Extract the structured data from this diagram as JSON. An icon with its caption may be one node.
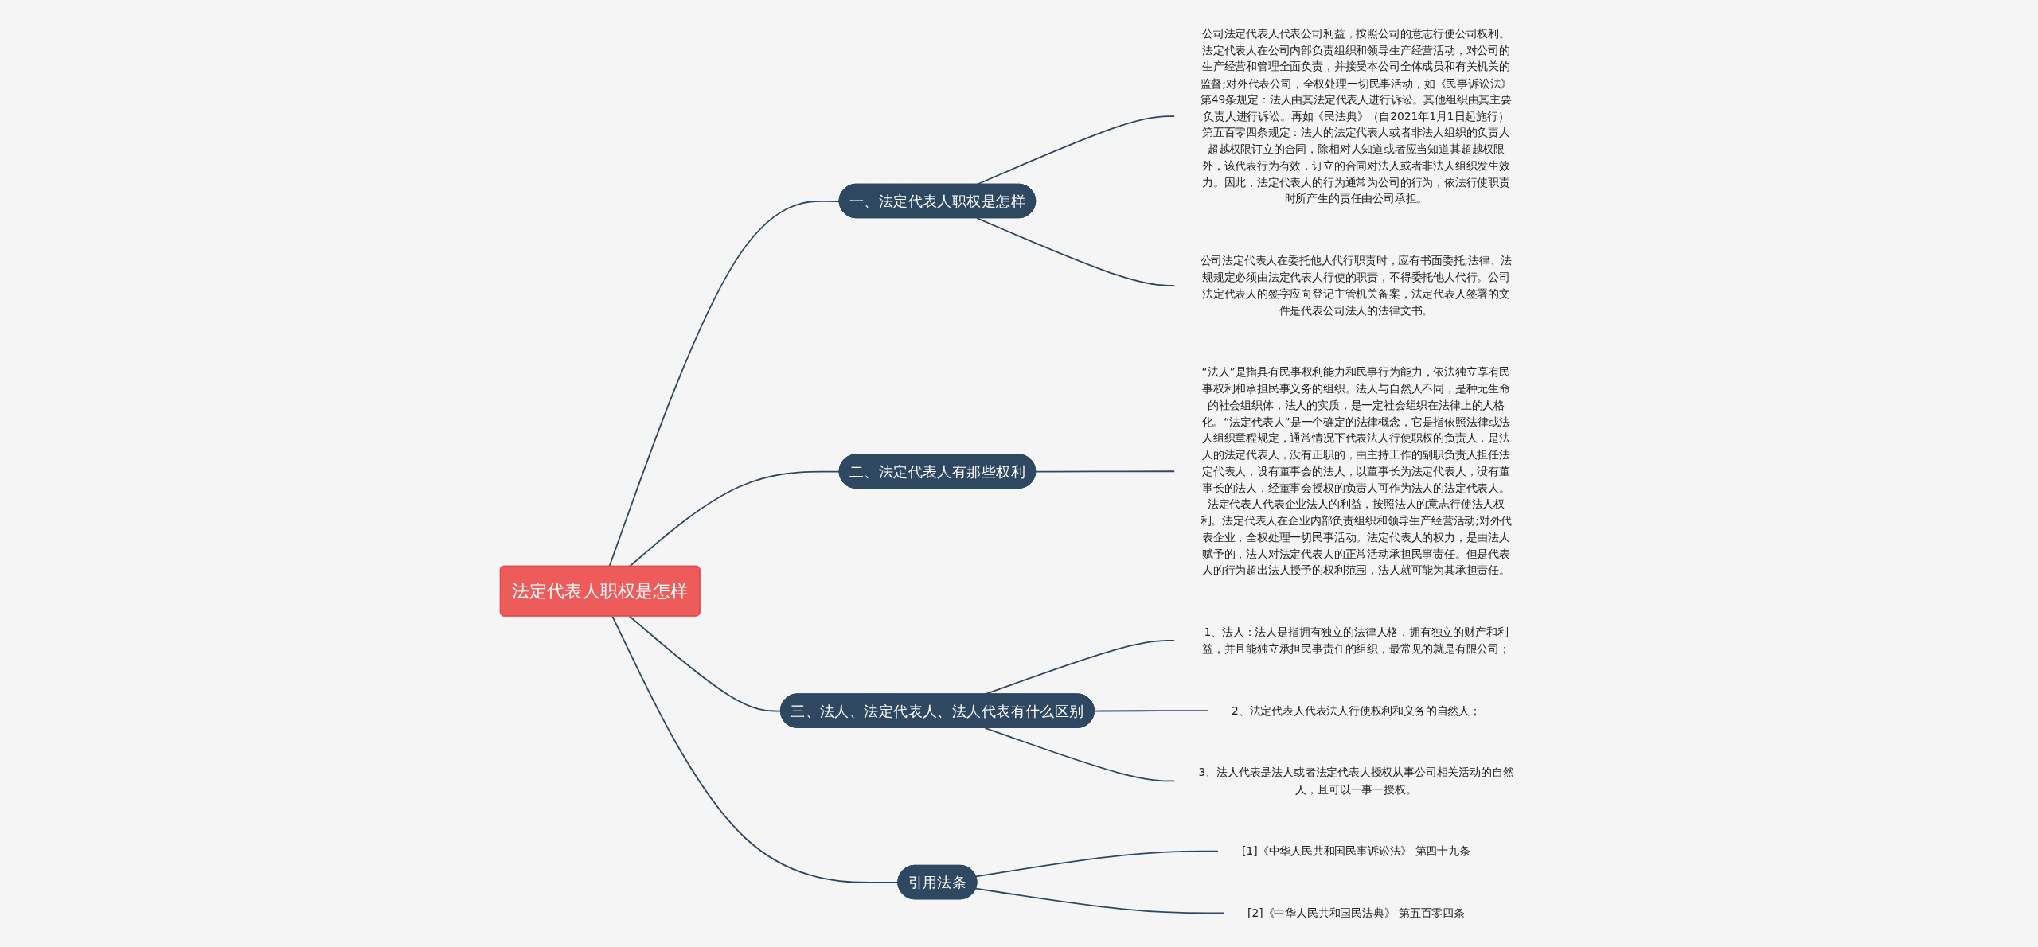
{
  "diagram": {
    "nodes": [
      {
        "text": [
          "法定代表人职权是怎样"
        ]
      },
      {
        "text": [
          "一、法定代表人职权是怎样"
        ]
      },
      {
        "text": [
          "公司法定代表人代表公司利益，按照公司的意志行使公司权利。法定代表人在公司内部负责组织和领导生产经营活动，对公司的生产经营和管理全面负责，并接受本公司全体成员和有关机关的监督;对外代表公司，全权处理一切民事活动，如《民事诉讼法》第49条规定：法人由其法定代表人进行诉讼。其他组织由其主要负责人进行诉讼。再如《民法典》（自2021年1月1日起施行）第五百零四条规定：法人的法定代表人或者非法人组织的负责人超越权限订立的合同，除相对人知道或者应当知道其超越权限外，该代表行为有效，订立的合同对法人或者非法人组织发生效力。因此，法定代表人的行为通常为公司的行为，依法行使职责时所产生的责任由公司承担。"
        ]
      },
      {
        "text": [
          "公司法定代表人在委托他人代行职责时，应有书面委托;法律、法规规定必须由法定代表人行使的职责，不得委托他人代行。公司法定代表人的签字应向登记主管机关备案，法定代表人签署的文件是代表公司法人的法律文书。"
        ]
      },
      {
        "text": [
          "二、法定代表人有那些权利"
        ]
      },
      {
        "text": [
          "“法人”是指具有民事权利能力和民事行为能力，依法独立享有民事权利和承担民事义务的组织。法人与自然人不同，是种无生命的社会组织体，法人的实质，是一定社会组织在法律上的人格化。“法定代表人”是一个确定的法律概念，它是指依照法律或法人组织章程规定，通常情况下代表法人行使职权的负责人，是法人的法定代表人，没有正职的，由主持工作的副职负责人担任法定代表人，设有董事会的法人，以董事长为法定代表人，没有董事长的法人，经董事会授权的负责人可作为法人的法定代表人。法定代表人代表企业法人的利益，按照法人的意志行使法人权利。法定代表人在企业内部负责组织和领导生产经营活动;对外代表企业，全权处理一切民事活动。法定代表人的权力，是由法人赋予的，法人对法定代表人的正常活动承担民事责任。但是代表人的行为超出法人授予的权利范围，法人就可能为其承担责任。"
        ]
      },
      {
        "text": [
          "三、法人、法定代表人、法人代表有什么区别"
        ]
      },
      {
        "text": [
          "1、法人：法人是指拥有独立的法律人格，拥有独立的财产和利益，并且能独立承担民事责任的组织，最常见的就是有限公司；"
        ]
      },
      {
        "text": [
          "2、法定代表人代表法人行使权利和义务的自然人；"
        ]
      },
      {
        "text": [
          "3、法人代表是法人或者法定代表人授权从事公司相关活动的自然人，且可以一事一授权。"
        ]
      },
      {
        "text": [
          "引用法条"
        ]
      },
      {
        "text": [
          "[1]《中华人民共和国民事诉讼法》 第四十九条"
        ]
      },
      {
        "text": [
          "[2]《中华人民共和国民法典》 第五百零四条"
        ]
      }
    ],
    "edges": [
      {
        "from": 0,
        "to": 1,
        "arrow": "none"
      },
      {
        "from": 1,
        "to": 2,
        "arrow": "none"
      },
      {
        "from": 1,
        "to": 3,
        "arrow": "none"
      },
      {
        "from": 0,
        "to": 4,
        "arrow": "none"
      },
      {
        "from": 4,
        "to": 5,
        "arrow": "none"
      },
      {
        "from": 0,
        "to": 6,
        "arrow": "none"
      },
      {
        "from": 6,
        "to": 7,
        "arrow": "none"
      },
      {
        "from": 6,
        "to": 8,
        "arrow": "none"
      },
      {
        "from": 6,
        "to": 9,
        "arrow": "none"
      },
      {
        "from": 0,
        "to": 10,
        "arrow": "none"
      },
      {
        "from": 10,
        "to": 11,
        "arrow": "none"
      },
      {
        "from": 10,
        "to": 12,
        "arrow": "none"
      }
    ]
  }
}
